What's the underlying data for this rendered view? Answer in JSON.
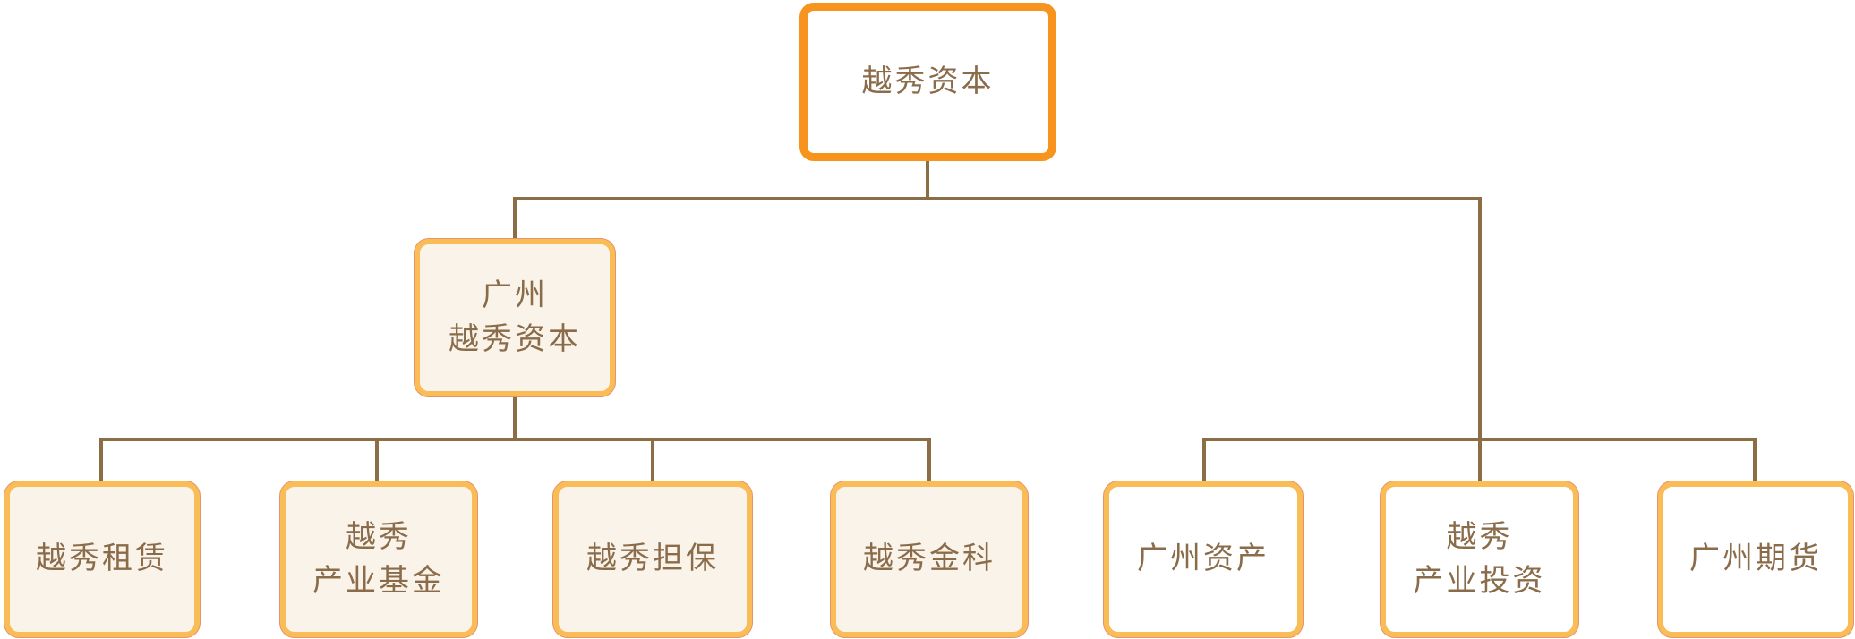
{
  "diagram": {
    "type": "org-chart",
    "colors": {
      "root_border": "#F7941E",
      "child_border": "#F9BC56",
      "child_border_outline": "#E5946A",
      "cream_fill": "#FAF3EA",
      "white_fill": "#FFFFFF",
      "text": "#8A6C4A",
      "connector": "#8C6E46"
    },
    "nodes": {
      "root": {
        "label": "越秀资本",
        "variant": "root",
        "parent": null
      },
      "gzyx": {
        "label": "广州\n越秀资本",
        "variant": "cream",
        "parent": "root"
      },
      "c1": {
        "label": "越秀租赁",
        "variant": "cream",
        "parent": "gzyx"
      },
      "c2": {
        "label": "越秀\n产业基金",
        "variant": "cream",
        "parent": "gzyx"
      },
      "c3": {
        "label": "越秀担保",
        "variant": "cream",
        "parent": "gzyx"
      },
      "c4": {
        "label": "越秀金科",
        "variant": "cream",
        "parent": "gzyx"
      },
      "c5": {
        "label": "广州资产",
        "variant": "white",
        "parent": "root"
      },
      "c6": {
        "label": "越秀\n产业投资",
        "variant": "white",
        "parent": "root"
      },
      "c7": {
        "label": "广州期货",
        "variant": "white",
        "parent": "root"
      }
    }
  }
}
